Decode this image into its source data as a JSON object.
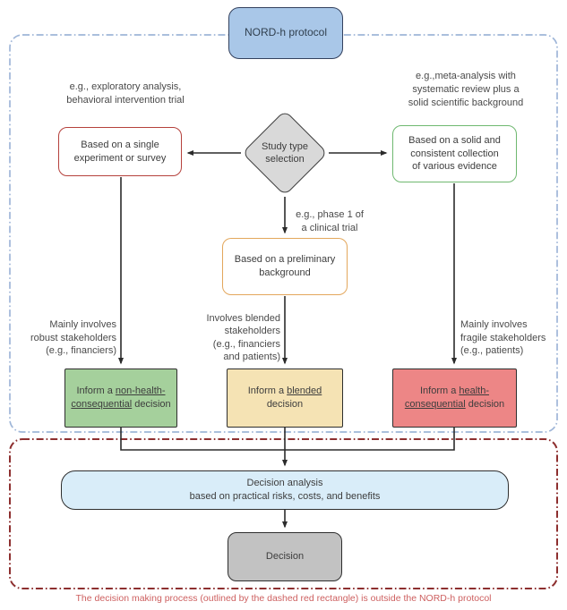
{
  "title_box": {
    "label": "NORD-h protocol"
  },
  "diamond": {
    "label": "Study type\nselection"
  },
  "annotations": {
    "left_top": "e.g., exploratory analysis,\nbehavioral intervention trial",
    "right_top": "e.g.,meta-analysis with\nsystematic review plus a\nsolid scientific background",
    "center_mid": "e.g., phase 1 of\na clinical trial",
    "left_stake": "Mainly involves\nrobust stakeholders\n(e.g., financiers)",
    "center_stake": "Involves blended\nstakeholders\n(e.g., financiers\nand patients)",
    "right_stake": "Mainly involves\nfragile stakeholders\n(e.g., patients)"
  },
  "boxes": {
    "single": "Based on a single\nexperiment or survey",
    "solid": "Based on a solid and\nconsistent collection\nof various evidence",
    "preliminary": "Based on a preliminary\nbackground",
    "green": {
      "pre": "Inform a ",
      "underlined": "non-health-consequential",
      "post": " decision"
    },
    "blended": {
      "pre": "Inform a ",
      "underlined": "blended",
      "post": " decision"
    },
    "red": {
      "pre": "Inform a ",
      "underlined": "health-consequential",
      "post": " decision"
    },
    "decision_analysis": "Decision analysis\nbased on practical risks, costs, and benefits",
    "decision": "Decision"
  },
  "footer": {
    "caption": "The decision making process (outlined by the dashed red rectangle) is outside the NORD-h protocol"
  },
  "colors": {
    "protocol_box_fill": "#a9c7e8",
    "protocol_box_border": "#33415e",
    "diamond_fill": "#d9d9d9",
    "single_border": "#b5413c",
    "solid_border": "#6fb870",
    "preliminary_border": "#e3a75c",
    "green_fill": "#a5d09c",
    "blended_fill": "#f5e3b4",
    "red_fill": "#ed8686",
    "analysis_fill": "#d9edf9",
    "decision_fill": "#c2c2c2",
    "boundary_blue": "#9fb6d8",
    "boundary_red": "#8d2f2f",
    "caption_red": "#cd5f5f",
    "arrow": "#2b2b2b"
  }
}
